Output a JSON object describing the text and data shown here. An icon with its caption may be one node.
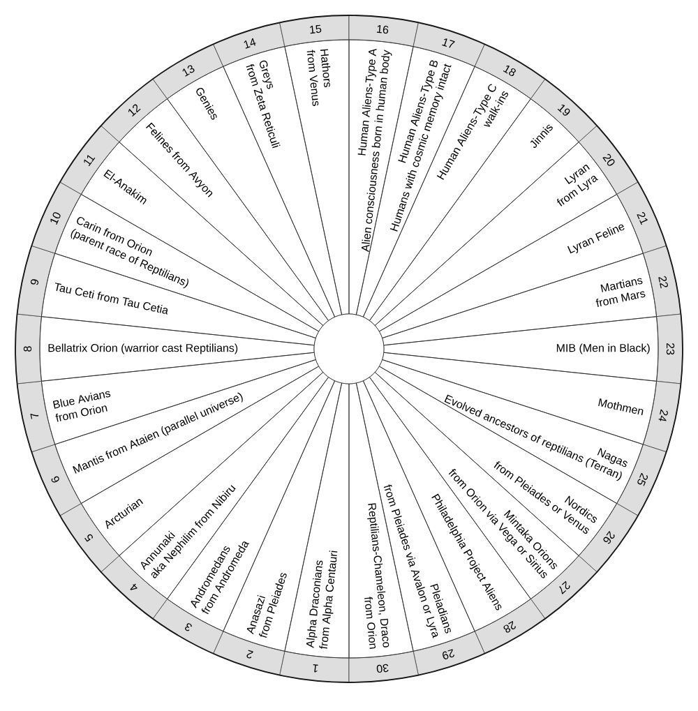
{
  "diagram": {
    "nodes": [
      {
        "text": [],
        "shape": "circle"
      },
      {
        "text": [
          "1",
          "Alpha Draconians",
          "from Alpha Centauri"
        ]
      },
      {
        "text": [
          "2",
          "Anasazi",
          "from Pleiades"
        ]
      },
      {
        "text": [
          "3",
          "Andromedans",
          "from Andromeda"
        ]
      },
      {
        "text": [
          "4",
          "Annunaki",
          "aka Nephilim from Nibiru"
        ]
      },
      {
        "text": [
          "5",
          "Arcturian"
        ]
      },
      {
        "text": [
          "6",
          "Mantis from Ataien (parallel universe)"
        ]
      },
      {
        "text": [
          "7",
          "Blue Avians",
          "from Orion"
        ]
      },
      {
        "text": [
          "8",
          "Bellatrix Orion (warrior cast Reptilians)"
        ]
      },
      {
        "text": [
          "9",
          "Tau Ceti from Tau Cetia"
        ]
      },
      {
        "text": [
          "10",
          "Carin from Orion",
          "(parent race of Reptilians)"
        ]
      },
      {
        "text": [
          "11",
          "El-Anakim"
        ]
      },
      {
        "text": [
          "12",
          "Felines from Avyon"
        ]
      },
      {
        "text": [
          "13",
          "Genies"
        ]
      },
      {
        "text": [
          "14",
          "Greys",
          "from Zeta Reticuli"
        ]
      },
      {
        "text": [
          "15",
          "Hathors",
          "from Venus"
        ]
      },
      {
        "text": [
          "16",
          "Human Aliens-Type A",
          "Alien consciousness born in human body"
        ]
      },
      {
        "text": [
          "17",
          "Human Aliens-Type B",
          "Humans with cosmic memory intact"
        ]
      },
      {
        "text": [
          "18",
          "Human Aliens-Type C",
          "walk-ins"
        ]
      },
      {
        "text": [
          "19",
          "Jinnis"
        ]
      },
      {
        "text": [
          "20",
          "Lyran",
          "from Lyra"
        ]
      },
      {
        "text": [
          "21",
          "Lyran Feline"
        ]
      },
      {
        "text": [
          "22",
          "Martians",
          "from Mars"
        ]
      },
      {
        "text": [
          "23",
          "MIB (Men in Black)"
        ]
      },
      {
        "text": [
          "24",
          "Mothmen"
        ]
      },
      {
        "text": [
          "25",
          "Nagas",
          "Evolved ancestors of reptilians (Terran)"
        ]
      },
      {
        "text": [
          "26",
          "Nordics",
          "from Pleiades or Venus"
        ]
      },
      {
        "text": [
          "27",
          "Mintaka Orions",
          "from Orion via Vega or Sirius"
        ]
      },
      {
        "text": [
          "28",
          "Philadelphia Project Aliens"
        ]
      },
      {
        "text": [
          "29",
          "Pleiadians",
          "from Pleiades via Avalon or Lyra"
        ]
      },
      {
        "text": [
          "30",
          "Reptilians-Chameleon, Draco",
          "from Orion"
        ]
      }
    ]
  }
}
